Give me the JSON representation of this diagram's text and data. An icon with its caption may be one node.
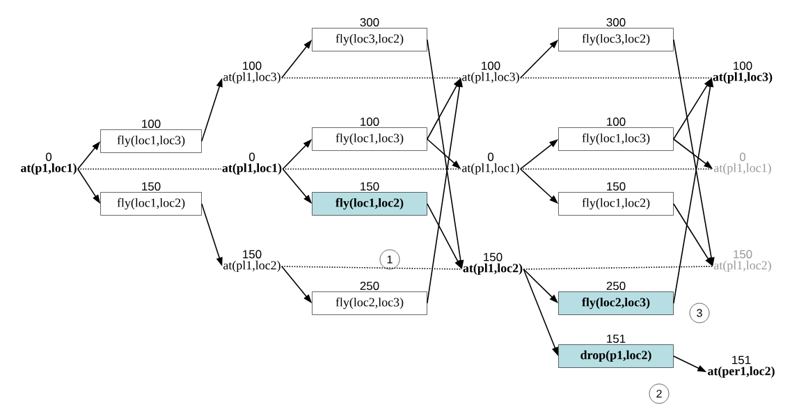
{
  "diagram": {
    "nodes": [
      {
        "text": [
          "0",
          "at(p1,loc1)"
        ]
      },
      {
        "text": [
          "100",
          "fly(loc1,loc3)"
        ]
      },
      {
        "text": [
          "150",
          "fly(loc1,loc2)"
        ]
      },
      {
        "text": [
          "100",
          "at(pl1,loc3)"
        ]
      },
      {
        "text": [
          "0",
          "at(pl1,loc1)"
        ]
      },
      {
        "text": [
          "150",
          "at(pl1,loc2)"
        ]
      },
      {
        "text": [
          "300",
          "fly(loc3,loc2)"
        ]
      },
      {
        "text": [
          "100",
          "fly(loc1,loc3)"
        ]
      },
      {
        "text": [
          "150",
          "fly(loc1,loc2)"
        ]
      },
      {
        "text": [
          "250",
          "fly(loc2,loc3)"
        ]
      },
      {
        "text": [
          "1"
        ]
      },
      {
        "text": [
          "100",
          "at(pl1,loc3)"
        ]
      },
      {
        "text": [
          "0",
          "at(pl1,loc1)"
        ]
      },
      {
        "text": [
          "150",
          "at(pl1,loc2)"
        ]
      },
      {
        "text": [
          "300",
          "fly(loc3,loc2)"
        ]
      },
      {
        "text": [
          "100",
          "fly(loc1,loc3)"
        ]
      },
      {
        "text": [
          "150",
          "fly(loc1,loc2)"
        ]
      },
      {
        "text": [
          "250",
          "fly(loc2,loc3)"
        ]
      },
      {
        "text": [
          "3"
        ]
      },
      {
        "text": [
          "151",
          "drop(p1,loc2)"
        ]
      },
      {
        "text": [
          "151",
          "at(per1,loc2)"
        ]
      },
      {
        "text": [
          "2"
        ]
      },
      {
        "text": [
          "100",
          "at(pl1,loc3)"
        ]
      },
      {
        "text": [
          "0",
          "at(pl1,loc1)"
        ]
      },
      {
        "text": [
          "150",
          "at(pl1,loc2)"
        ]
      }
    ],
    "edges": [
      {
        "from": 0,
        "to": 1,
        "arrow": "to"
      },
      {
        "from": 0,
        "to": 2,
        "arrow": "to"
      },
      {
        "from": 0,
        "to": 4,
        "arrow": "none",
        "style": "dashed"
      },
      {
        "from": 1,
        "to": 3,
        "arrow": "to"
      },
      {
        "from": 2,
        "to": 5,
        "arrow": "to"
      },
      {
        "from": 3,
        "to": 6,
        "arrow": "to"
      },
      {
        "from": 3,
        "to": 11,
        "arrow": "none",
        "style": "dashed"
      },
      {
        "from": 4,
        "to": 7,
        "arrow": "to"
      },
      {
        "from": 4,
        "to": 8,
        "arrow": "to"
      },
      {
        "from": 4,
        "to": 12,
        "arrow": "none",
        "style": "dashed"
      },
      {
        "from": 5,
        "to": 9,
        "arrow": "to"
      },
      {
        "from": 5,
        "to": 13,
        "arrow": "none",
        "style": "dashed"
      },
      {
        "from": 7,
        "to": 11,
        "arrow": "to"
      },
      {
        "from": 7,
        "to": 12,
        "arrow": "to"
      },
      {
        "from": 6,
        "to": 13,
        "arrow": "to"
      },
      {
        "from": 8,
        "to": 13,
        "arrow": "to"
      },
      {
        "from": 9,
        "to": 11,
        "arrow": "to"
      },
      {
        "from": 11,
        "to": 14,
        "arrow": "to"
      },
      {
        "from": 11,
        "to": 22,
        "arrow": "none",
        "style": "dashed"
      },
      {
        "from": 12,
        "to": 15,
        "arrow": "to"
      },
      {
        "from": 12,
        "to": 16,
        "arrow": "to"
      },
      {
        "from": 12,
        "to": 23,
        "arrow": "none",
        "style": "dashed"
      },
      {
        "from": 13,
        "to": 17,
        "arrow": "to"
      },
      {
        "from": 13,
        "to": 19,
        "arrow": "to"
      },
      {
        "from": 13,
        "to": 24,
        "arrow": "none",
        "style": "dashed"
      },
      {
        "from": 15,
        "to": 22,
        "arrow": "to"
      },
      {
        "from": 15,
        "to": 23,
        "arrow": "to"
      },
      {
        "from": 14,
        "to": 24,
        "arrow": "to"
      },
      {
        "from": 16,
        "to": 24,
        "arrow": "to"
      },
      {
        "from": 17,
        "to": 22,
        "arrow": "to"
      },
      {
        "from": 19,
        "to": 20,
        "arrow": "to"
      }
    ]
  }
}
